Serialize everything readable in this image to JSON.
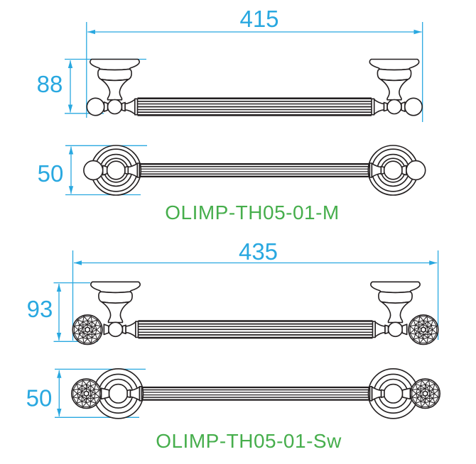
{
  "colors": {
    "dimension_lines": "#29a8e0",
    "product_label": "#46ae4c",
    "drawing": "#231f20",
    "background": "#ffffff"
  },
  "figures": [
    {
      "product_code": "OLIMP-TH05-01-M",
      "length": "415",
      "height": "88",
      "rosette_diameter": "50",
      "end_style": "ball-finial"
    },
    {
      "product_code": "OLIMP-TH05-01-Sw",
      "length": "435",
      "height": "93",
      "rosette_diameter": "50",
      "end_style": "crystal-finial"
    }
  ]
}
